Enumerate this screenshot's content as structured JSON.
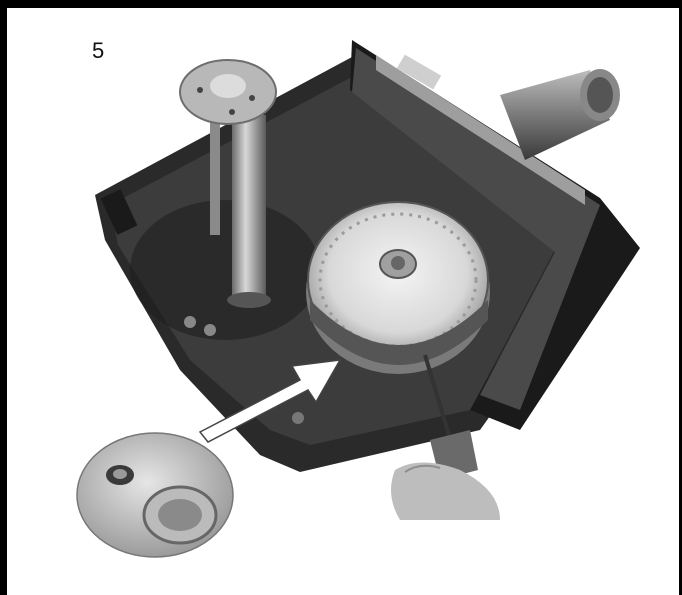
{
  "step": {
    "number": "5"
  },
  "figure": {
    "icons": [
      "burner-assembly-photo",
      "fan-wheel",
      "shaft-detail-inset",
      "screwdriver",
      "pointer-arrow"
    ]
  }
}
